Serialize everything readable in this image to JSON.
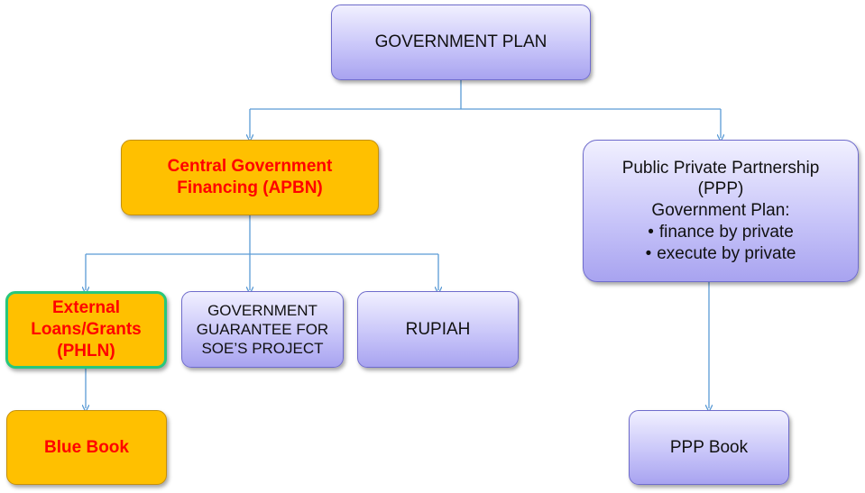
{
  "colors": {
    "lavender_node": "#c9c6f9",
    "gold_node": "#ffc000",
    "red_text": "#ff0000",
    "connector": "#5b9bd5",
    "highlight_border": "#27c77c"
  },
  "nodes": {
    "government_plan": {
      "label": "GOVERNMENT PLAN"
    },
    "central_gov_financing": {
      "lines": [
        "Central Government",
        "Financing (APBN)"
      ]
    },
    "ppp": {
      "lines": [
        "Public Private Partnership",
        "(PPP)",
        "Government Plan:"
      ],
      "bullet_symbol": "•",
      "bullets": [
        "finance by private",
        "execute by private"
      ]
    },
    "external_loans": {
      "lines": [
        "External",
        "Loans/Grants",
        "(PHLN)"
      ]
    },
    "gov_guarantee": {
      "lines": [
        "GOVERNMENT",
        "GUARANTEE FOR",
        "SOE’S PROJECT"
      ]
    },
    "rupiah": {
      "label": "RUPIAH"
    },
    "blue_book": {
      "label": "Blue Book"
    },
    "ppp_book": {
      "label": "PPP Book"
    }
  }
}
